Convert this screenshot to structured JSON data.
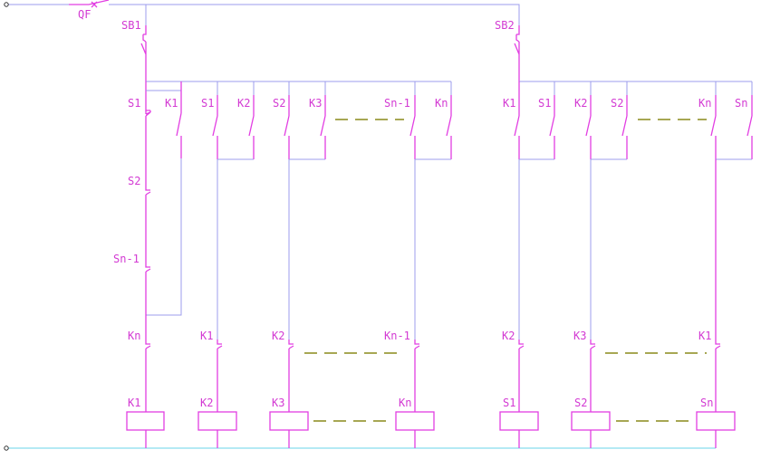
{
  "breaker": "QF",
  "start_buttons": [
    "SB1",
    "SB2"
  ],
  "section1": {
    "series_contacts": [
      "S1",
      "S2",
      "Sn-1",
      "Kn"
    ],
    "seal_contact": "K1",
    "branch_pairs": [
      [
        "S1",
        "K2"
      ],
      [
        "S2",
        "K3"
      ],
      [
        "Sn-1",
        "Kn"
      ]
    ],
    "interlocks": [
      "K1",
      "K2",
      "Kn-1"
    ],
    "coils": [
      "K1",
      "K2",
      "K3",
      "Kn"
    ]
  },
  "section2": {
    "branch_pairs": [
      [
        "K1",
        "S1"
      ],
      [
        "K2",
        "S2"
      ],
      [
        "Kn",
        "Sn"
      ]
    ],
    "interlocks": [
      "K2",
      "K3",
      "K1"
    ],
    "coils": [
      "S1",
      "S2",
      "Sn"
    ]
  },
  "colors": {
    "wire": "#9c9cec",
    "bottom_bus": "#69d4ea",
    "device": "#e23ee2",
    "label": "#d33ad3",
    "continuation_dash": "#8a8a1a"
  }
}
